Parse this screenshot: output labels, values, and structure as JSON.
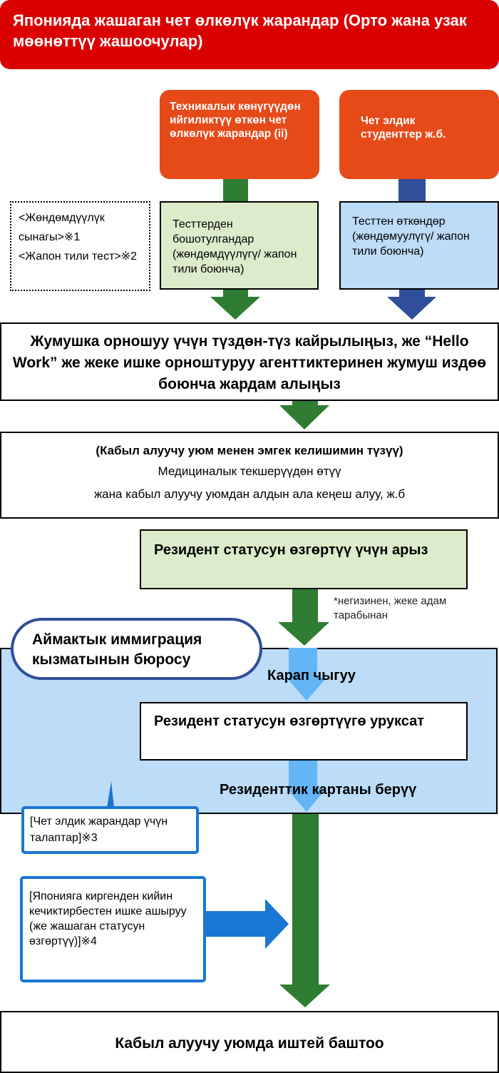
{
  "title": "Японияда жашаган чет өлкөлүк жарандар (Орто жана узак мөөнөттүү жашоочулар)",
  "sources": {
    "trainees": "Техникалык көнүгүүдөн ийгиликтүү өткөн чет өлкөлүк жарандар (ii)",
    "students": "Чет элдик студенттер ж.б."
  },
  "tests_legend": {
    "line1": "<Жөндөмдүүлүк сынагы>※1",
    "line2": "<Жапон тили тест>※2"
  },
  "exempt": "Тесттерден бошотулгандар (жөндөмдүүлүгү/ жапон тили боюнча)",
  "passed": "Тесттен өткөндөр (жөндөмуулүгү/ жапон тили боюнча)",
  "job_search": "Жумушка орношуу үчүн түздөн-түз кайрылыңыз, же “Hello Work” же жеке ишке орноштуруу агенттиктеринен жумуш издөө боюнча жардам алыңыз",
  "contract": {
    "line1": "(Кабыл алуучу уюм менен эмгек келишимин түзүү)",
    "line2": "Медициналык текшерүүдөн өтүү",
    "line3": "жана кабыл алуучу уюмдан алдын ала  кеңеш алуу, ж.б"
  },
  "application": "Резидент статусун өзгөртүү үчүн арыз",
  "note": "*негизинен, жеке адам тарабынан",
  "bureau": "Аймактык иммиграция кызматынын бюросу",
  "review": "Карап чыгуу",
  "permission": "Резидент статусун өзгөртүүгө уруксат",
  "card": "Резиденттик картаны берүү",
  "requirements": "[Чет элдик жарандар үчүн талаптар]※3",
  "prompt": "[Японияга киргенден кийин кечиктирбестен ишке ашыруу (же жашаган статусун өзгөртүү)]※4",
  "start": "Кабыл алуучу уюмда иштей баштоо",
  "colors": {
    "red": "#db0000",
    "orange": "#e64a19",
    "green": "#2e7d32",
    "navy": "#2f4f9a",
    "blue": "#1976d2",
    "light_blue": "#64b5f6"
  }
}
